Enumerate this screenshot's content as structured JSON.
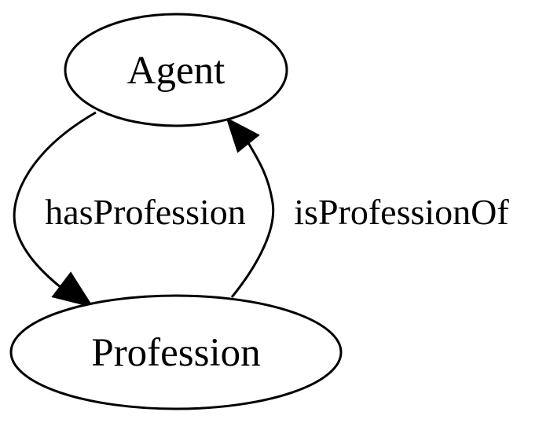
{
  "nodes": {
    "agent": {
      "label": "Agent"
    },
    "profession": {
      "label": "Profession"
    }
  },
  "edges": {
    "has_profession": {
      "label": "hasProfession",
      "from": "Agent",
      "to": "Profession"
    },
    "is_profession_of": {
      "label": "isProfessionOf",
      "from": "Profession",
      "to": "Agent"
    }
  },
  "colors": {
    "stroke": "#000000",
    "background": "#ffffff"
  }
}
